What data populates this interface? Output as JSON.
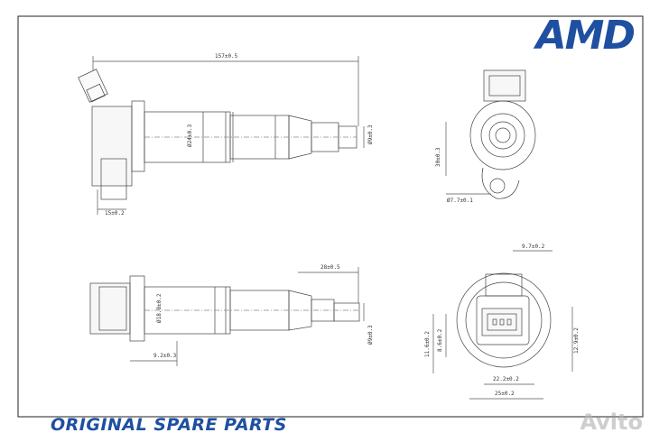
{
  "brand": {
    "logo_text": "AMD",
    "color": "#1f4fa0"
  },
  "footer": {
    "tagline": "ORIGINAL SPARE PARTS",
    "watermark": "Avito"
  },
  "dimensions": {
    "top_length": "157±0.5",
    "body_dia": "Ø24±0.3",
    "tip_dia": "Ø9±0.3",
    "tip_label": "15±0.2",
    "side_height": "30±0.3",
    "hole_dia": "Ø7.7±0.1",
    "bottom_len": "28±0.5",
    "bottom_dia": "Ø18.8±0.2",
    "bottom_tip": "Ø9±0.3",
    "bottom_left": "9.2±0.3",
    "end_top": "9.7±0.2",
    "end_left1": "11.6±0.2",
    "end_left2": "8.6±0.2",
    "end_right": "12.9±0.2",
    "end_bottom1": "22.2±0.2",
    "end_bottom2": "25±0.2"
  }
}
